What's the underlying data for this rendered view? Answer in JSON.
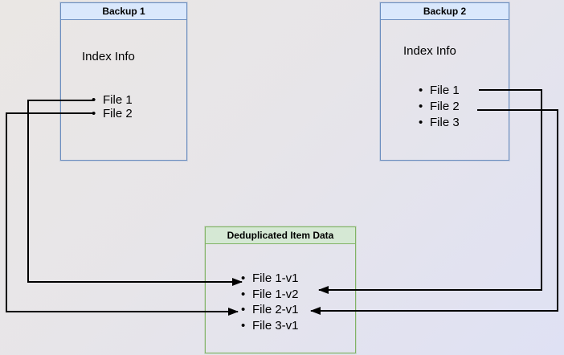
{
  "diagram": {
    "backup1": {
      "title": "Backup 1",
      "index_label": "Index Info",
      "files": [
        "File 1",
        "File 2"
      ]
    },
    "backup2": {
      "title": "Backup 2",
      "index_label": "Index Info",
      "files": [
        "File 1",
        "File 2",
        "File 3"
      ]
    },
    "dedup": {
      "title": "Deduplicated Item Data",
      "items": [
        "File 1-v1",
        "File 1-v2",
        "File 2-v1",
        "File 3-v1"
      ]
    },
    "connections": [
      {
        "from": "Backup 1 / File 1",
        "to": "File 1-v1"
      },
      {
        "from": "Backup 1 / File 2",
        "to": "File 2-v1"
      },
      {
        "from": "Backup 2 / File 1",
        "to": "File 1-v2"
      },
      {
        "from": "Backup 2 / File 2",
        "to": "File 2-v1"
      }
    ],
    "colors": {
      "backup_fill": "#dae8fc",
      "backup_border": "#6c8ebf",
      "dedup_fill": "#d5e8d4",
      "dedup_border": "#82b366",
      "connector": "#000000",
      "text": "#000000"
    }
  }
}
